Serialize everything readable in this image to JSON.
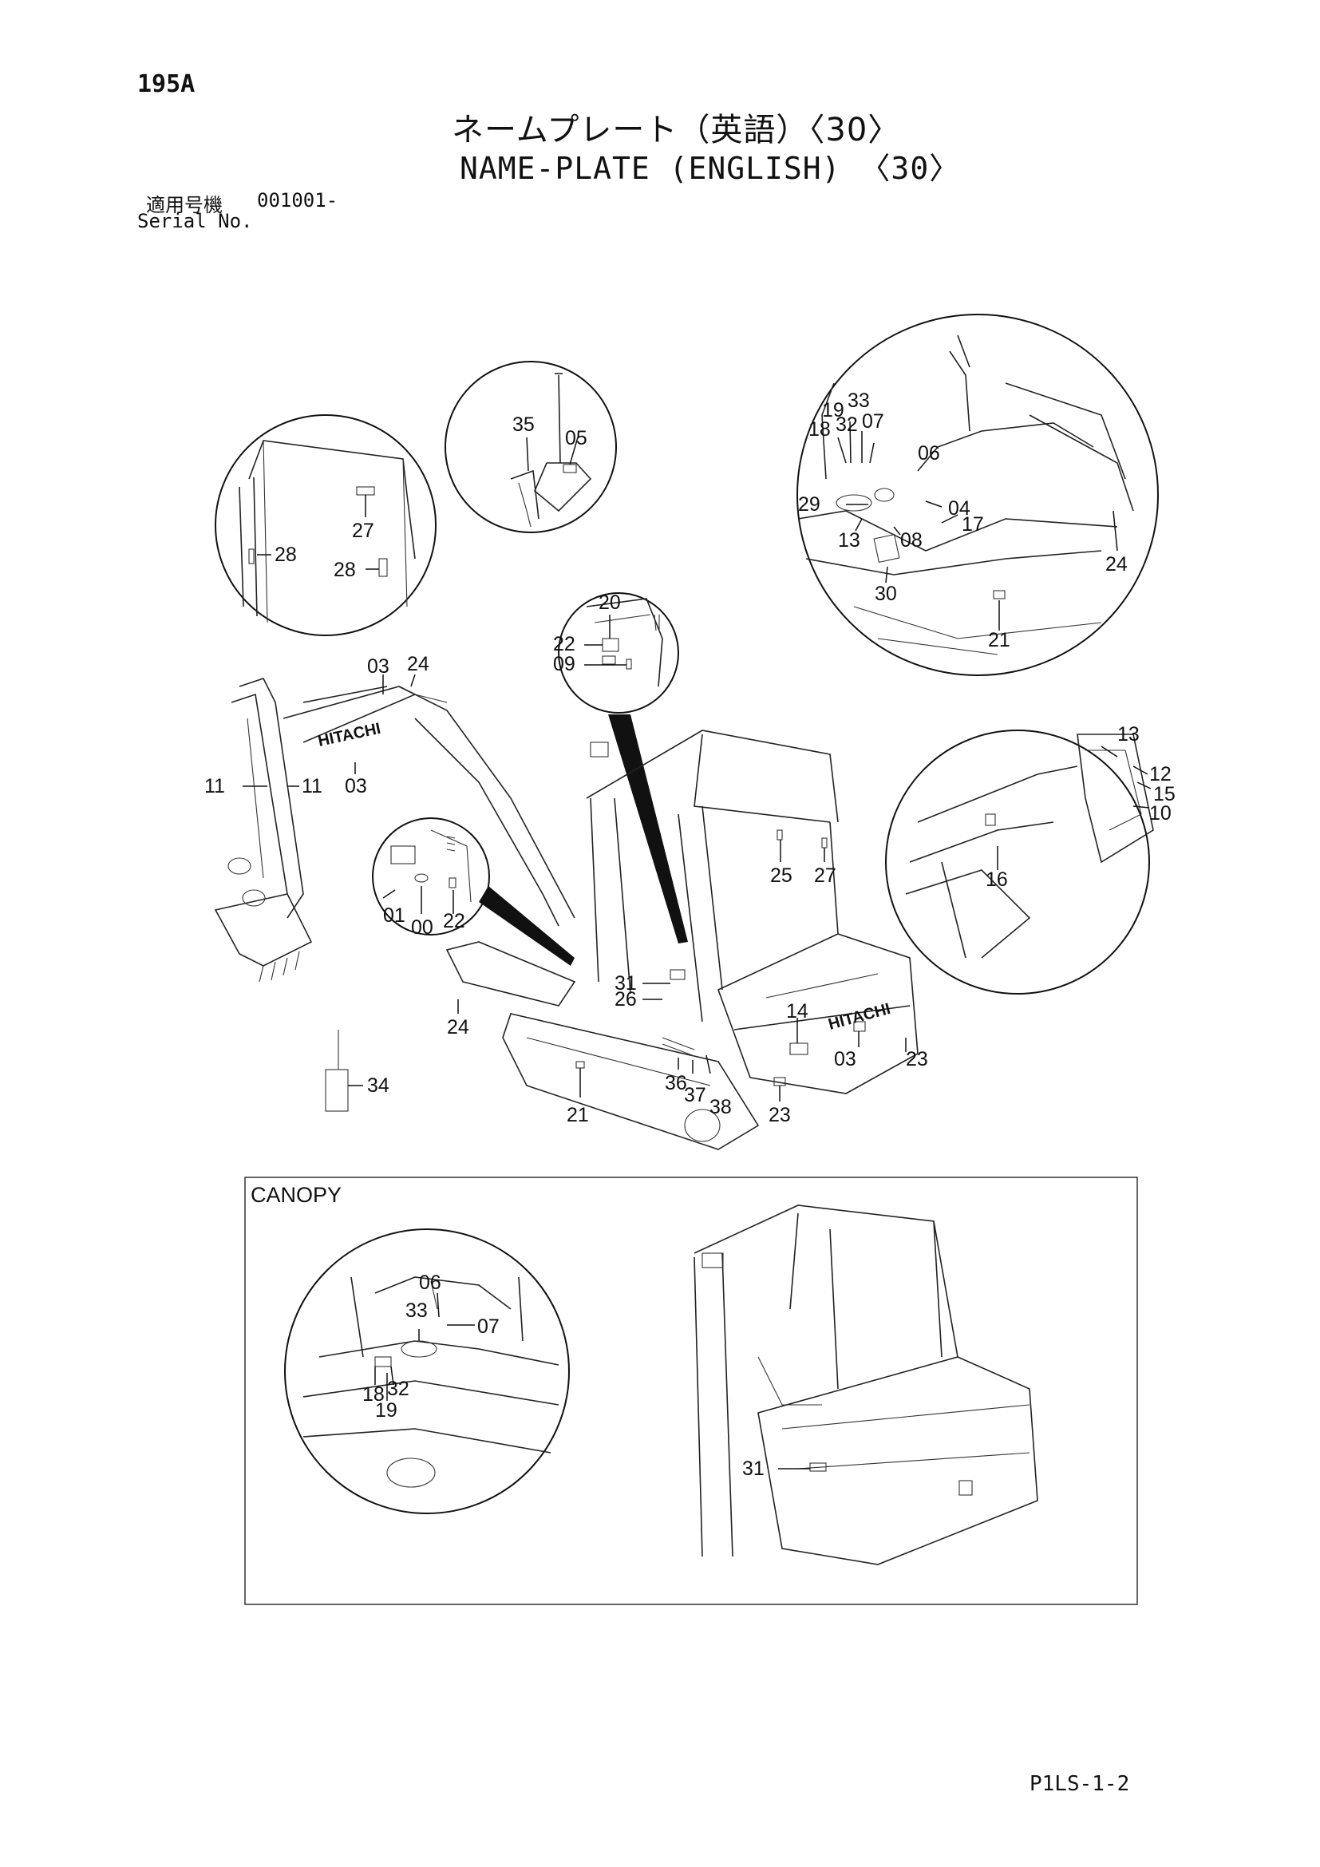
{
  "header": {
    "page_number": "195A",
    "title_jp": "ネームプレート（英語）〈30〉",
    "title_en": "NAME-PLATE (ENGLISH) 〈30〉",
    "serial_label_jp": "適用号機",
    "serial_value": "001001-",
    "serial_label_en": "Serial No."
  },
  "canopy": {
    "label": "CANOPY"
  },
  "brand_marks": [
    "HITACHI",
    "HITACHI"
  ],
  "footer": {
    "page_code": "P1LS-1-2"
  },
  "callouts": {
    "cab_detail": [
      "27",
      "28",
      "28"
    ],
    "lever_detail": [
      "35",
      "05"
    ],
    "seat_detail": [
      "19",
      "33",
      "18",
      "32",
      "07",
      "06",
      "29",
      "04",
      "13",
      "08",
      "17",
      "30",
      "24",
      "21"
    ],
    "panel_detail": [
      "20",
      "22",
      "09"
    ],
    "console_detail": [
      "13",
      "12",
      "15",
      "10",
      "16"
    ],
    "main_view": [
      "03",
      "24",
      "11",
      "11",
      "03",
      "01",
      "00",
      "22",
      "25",
      "27",
      "31",
      "26",
      "24",
      "14",
      "03",
      "23",
      "36",
      "37",
      "38",
      "34",
      "21",
      "23"
    ],
    "canopy_circle": [
      "06",
      "33",
      "07",
      "18",
      "32",
      "19"
    ],
    "canopy_machine": [
      "31"
    ]
  }
}
